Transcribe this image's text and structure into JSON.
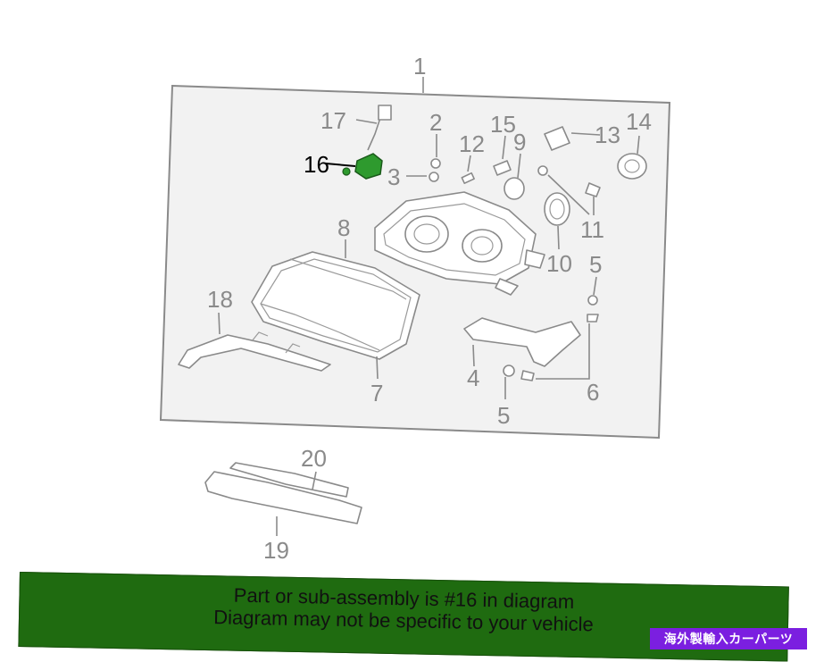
{
  "diagram": {
    "callouts": {
      "c1": "1",
      "c2": "2",
      "c3": "3",
      "c4": "4",
      "c5a": "5",
      "c5b": "5",
      "c6": "6",
      "c7": "7",
      "c8": "8",
      "c9": "9",
      "c10": "10",
      "c11": "11",
      "c12": "12",
      "c13": "13",
      "c14": "14",
      "c15": "15",
      "c16": "16",
      "c17": "17",
      "c18": "18",
      "c19": "19",
      "c20": "20"
    },
    "highlight_part": "16",
    "colors": {
      "line": "#8a8a8a",
      "highlight": "#2e9a2e",
      "banner": "#1f6b10",
      "badge": "#7b1fe0"
    }
  },
  "banner": {
    "line1": "Part or sub-assembly is #16 in diagram",
    "line2": "Diagram may not be specific to your vehicle"
  },
  "badge": {
    "text": "海外製輸入カーパーツ"
  }
}
